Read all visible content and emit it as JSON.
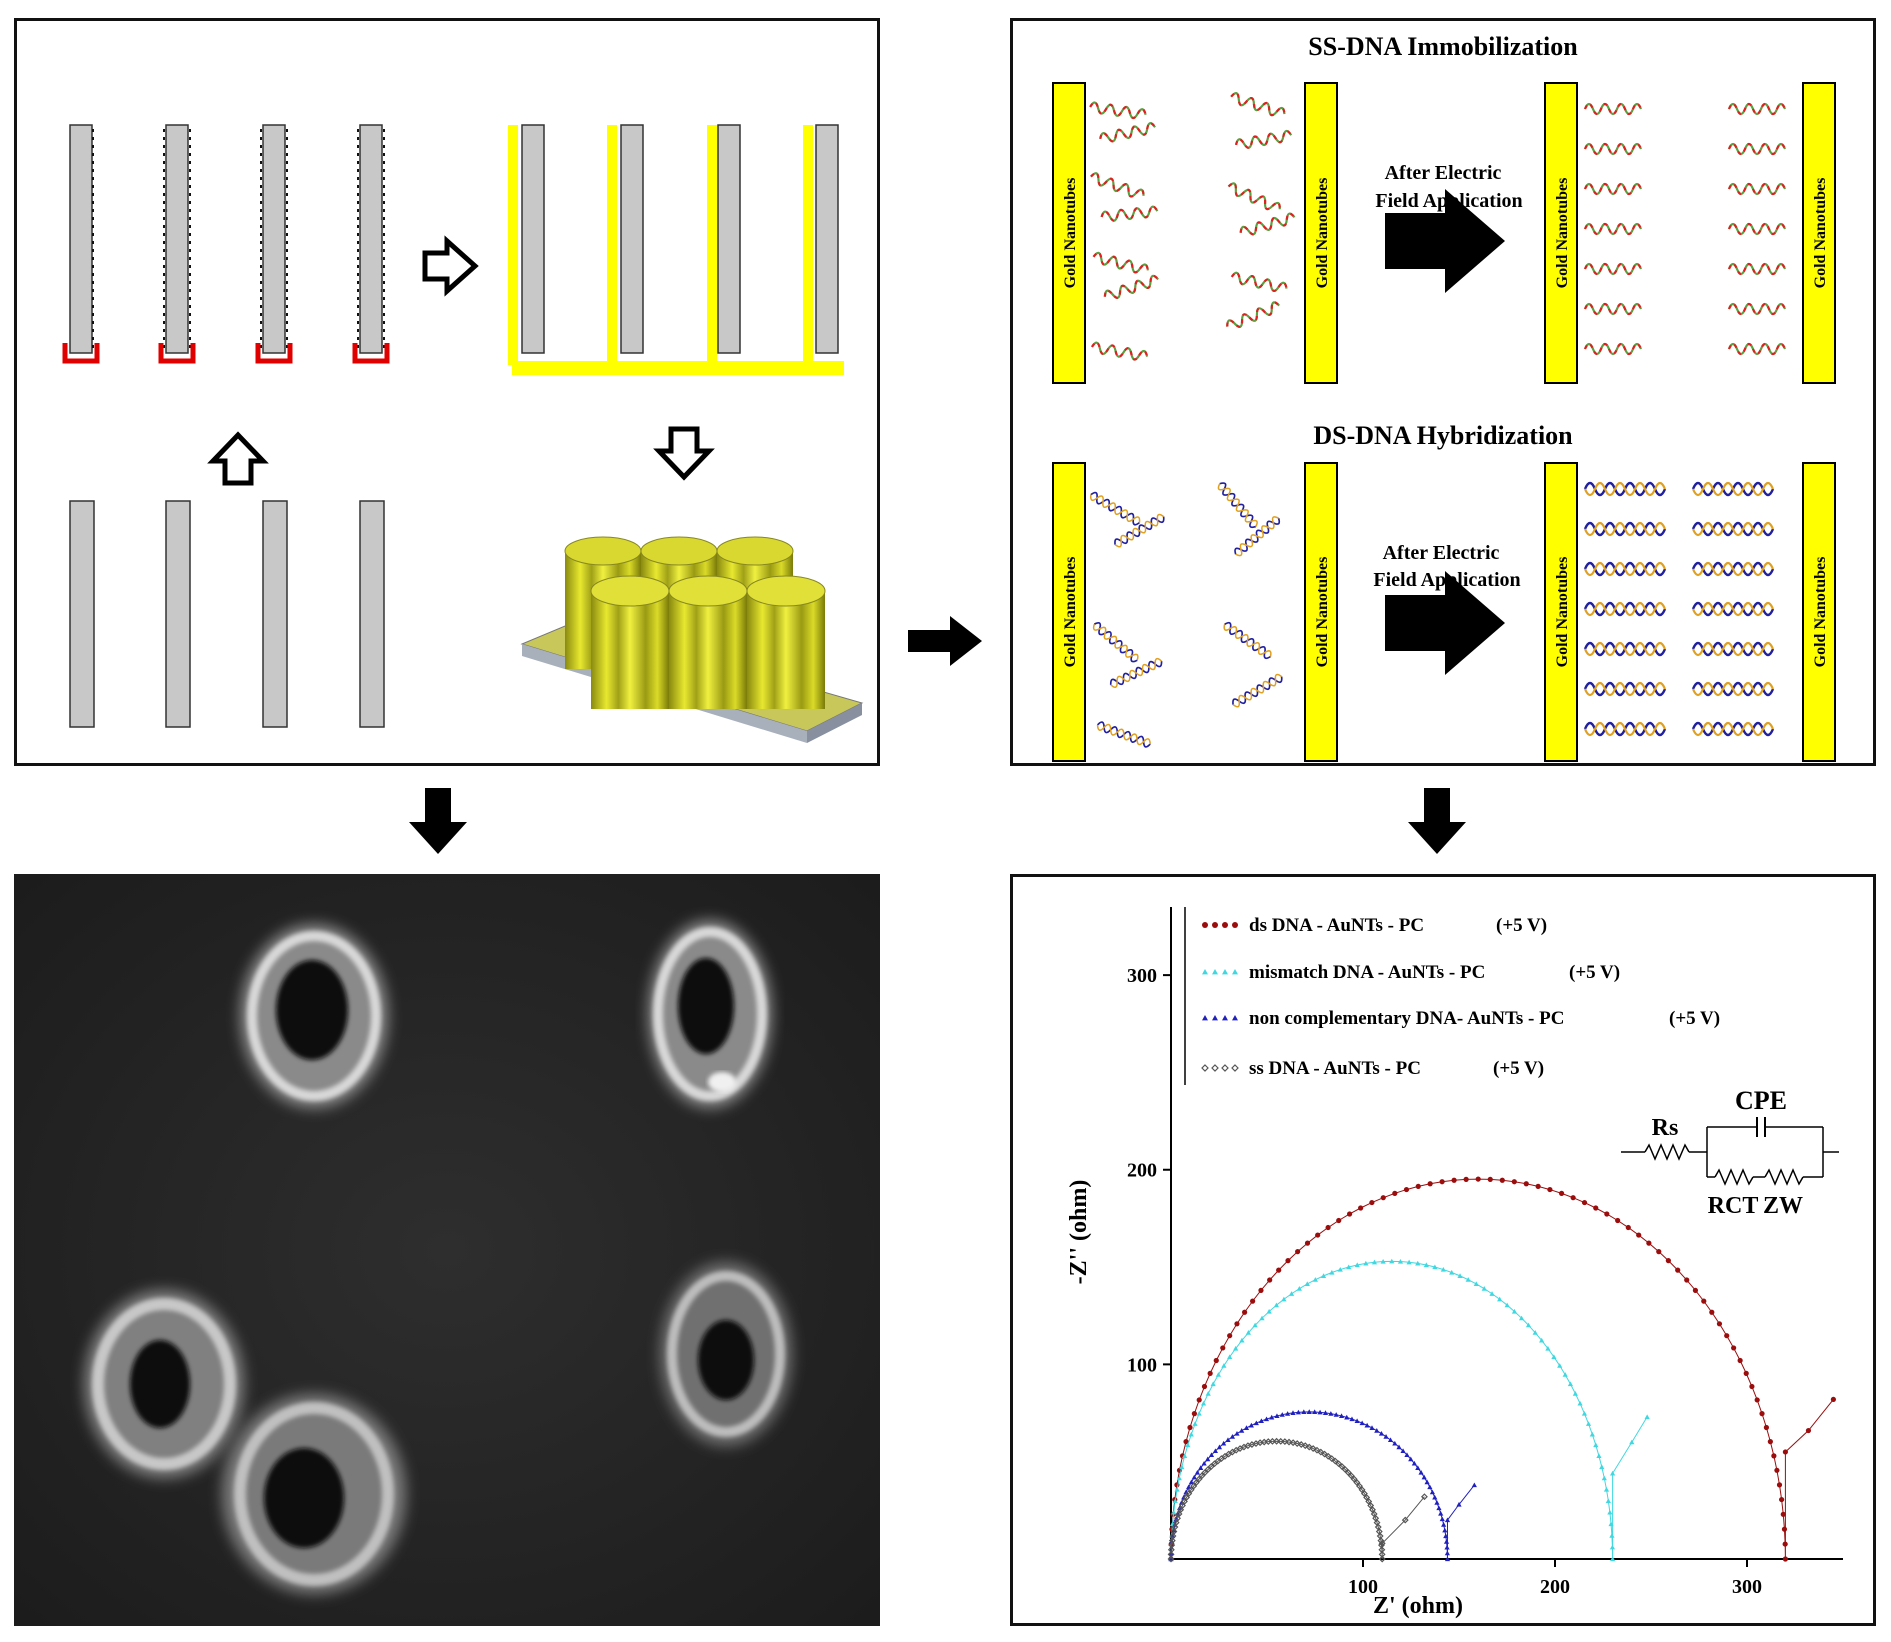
{
  "ss_section": {
    "title": "SS-DNA Immobilization",
    "tube_label": "Gold Nanotubes",
    "arrow_text_1": "After Electric",
    "arrow_text_2": "Field Application"
  },
  "ds_section": {
    "title": "DS-DNA Hybridization",
    "tube_label": "Gold Nanotubes",
    "arrow_text_1": "After Electric",
    "arrow_text_2": "Field Application"
  },
  "colors": {
    "gold": "#ffff00",
    "template": "#c8c8c8",
    "cap": "#e00000",
    "ds_series": "#9b0d0d",
    "mismatch_series": "#40d8e0",
    "noncomp_series": "#2020c0",
    "ss_series": "#555555"
  },
  "circuit": {
    "cpe": "CPE",
    "rs": "Rs",
    "rct": "RCT",
    "zw": "ZW"
  },
  "chart_data": {
    "type": "scatter",
    "xlabel": "Z' (ohm)",
    "ylabel": "-Z'' (ohm)",
    "xlim": [
      0,
      350
    ],
    "ylim": [
      0,
      335
    ],
    "xticks": [
      100,
      200,
      300
    ],
    "yticks": [
      100,
      200,
      300
    ],
    "series": [
      {
        "name": "ds DNA - AuNTs - PC",
        "bias": "(+5 V)",
        "marker": "filled-circle",
        "color": "#9b0d0d",
        "center": 160,
        "radius": 160,
        "tail": [
          [
            320,
            55
          ],
          [
            332,
            66
          ],
          [
            345,
            82
          ]
        ]
      },
      {
        "name": "mismatch DNA - AuNTs - PC",
        "bias": "(+5 V)",
        "marker": "triangle",
        "color": "#40d8e0",
        "center": 115,
        "radius": 115,
        "yscale": 1.33,
        "tail": [
          [
            230,
            44
          ],
          [
            240,
            60
          ],
          [
            248,
            73
          ]
        ]
      },
      {
        "name": "non complementary DNA- AuNTs - PC",
        "bias": "(+5 V)",
        "marker": "triangle",
        "color": "#2020c0",
        "center": 72,
        "radius": 72,
        "yscale": 1.05,
        "tail": [
          [
            144,
            20
          ],
          [
            150,
            28
          ],
          [
            158,
            38
          ]
        ]
      },
      {
        "name": "ss DNA - AuNTs - PC",
        "bias": "(+5 V)",
        "marker": "open-diamond",
        "color": "#555555",
        "center": 55,
        "radius": 55,
        "yscale": 1.1,
        "tail": [
          [
            110,
            8
          ],
          [
            122,
            20
          ],
          [
            132,
            32
          ]
        ]
      }
    ]
  }
}
